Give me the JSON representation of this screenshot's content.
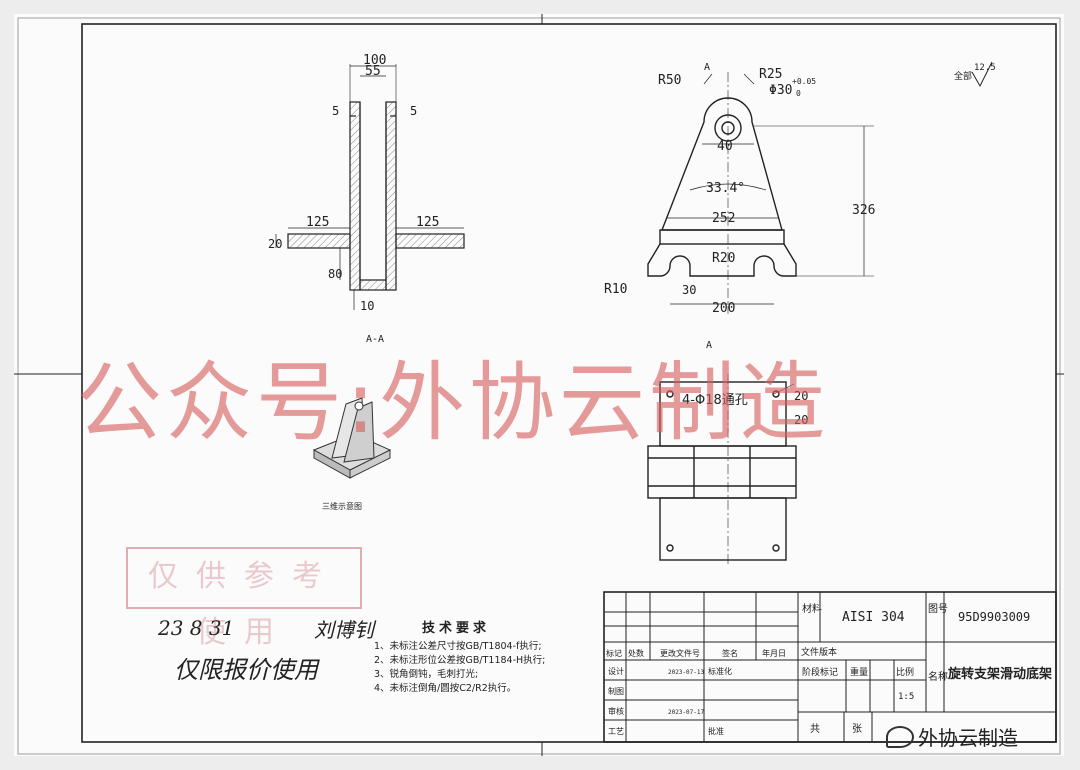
{
  "dimensions": {
    "top_width": "100",
    "slot_width": "55",
    "wall_left": "5",
    "wall_right": "5",
    "flange_left": "125",
    "flange_right": "125",
    "flange_thickness": "20",
    "stem_height": "80",
    "base_thickness": "10",
    "r50": "R50",
    "r25": "R25",
    "bore": "Φ30",
    "tol_upper": "+0.05",
    "tol_lower": "0",
    "hole_spacing": "40",
    "angle": "33.4°",
    "base_width": "252",
    "r20": "R20",
    "r10": "R10",
    "slot_depth": "30",
    "slot_spacing": "200",
    "height": "326",
    "holes": "4-Φ18通孔",
    "edge_1": "20",
    "edge_2": "20",
    "surface_value": "12.5",
    "surface_label": "全部"
  },
  "labels": {
    "view_arrow_top": "A",
    "view_arrow_bottom": "A",
    "section_label": "A-A",
    "iso_caption": "三维示意图"
  },
  "watermark": "公众号:外协云制造",
  "stamp": "仅供参考使用",
  "handwriting": {
    "date": "23  8  31",
    "signer": "刘博钊",
    "note": "仅限报价使用"
  },
  "tech_requirements": {
    "title": "技术要求",
    "items": [
      "1、未标注公差尺寸按GB/T1804-f执行;",
      "2、未标注形位公差按GB/T1184-H执行;",
      "3、锐角倒钝，毛刺打光;",
      "4、未标注倒角/圆按C2/R2执行。"
    ]
  },
  "title_block": {
    "material_label": "材料",
    "material": "AISI 304",
    "drawing_no_label": "图号",
    "drawing_no": "95D9903009",
    "name_label": "名称",
    "part_name": "旋转支架滑动底架",
    "version_label": "文件版本",
    "stage_label": "阶段标记",
    "weight_label": "重量",
    "scale_label": "比例",
    "scale": "1:5",
    "sheets_label": "共",
    "sheet_unit": "张",
    "rev_headers": [
      "标记",
      "处数",
      "更改文件号",
      "签名",
      "年月日"
    ],
    "design_label": "设计",
    "design_date": "2023-07-13",
    "standardize_label": "标准化",
    "draw_label": "制图",
    "check_label": "审核",
    "check_date": "2023-07-17",
    "process_label": "工艺",
    "approve_label": "批准"
  },
  "badge": {
    "text": "外协云制造"
  }
}
